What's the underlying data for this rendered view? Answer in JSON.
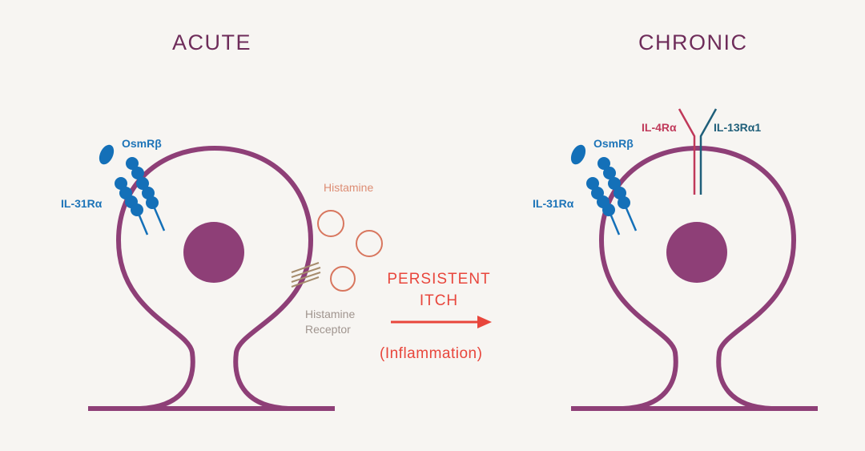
{
  "titles": {
    "acute": "ACUTE",
    "chronic": "CHRONIC"
  },
  "labels": {
    "osmr_left": "OsmRβ",
    "il31_left": "IL-31Rα",
    "osmr_right": "OsmRβ",
    "il31_right": "IL-31Rα",
    "il4": "IL-4Rα",
    "il13": "IL-13Rα1",
    "histamine": "Histamine",
    "histamine_receptor_1": "Histamine",
    "histamine_receptor_2": "Receptor",
    "persistent_1": "PERSISTENT",
    "persistent_2": "ITCH",
    "inflammation": "(Inflammation)"
  },
  "colors": {
    "cell": "#8e3f77",
    "receptor": "#1470b8",
    "histamine": "#d8765e",
    "arrow": "#e8463c",
    "il4": "#c0395a",
    "il13": "#1f5f7a"
  }
}
